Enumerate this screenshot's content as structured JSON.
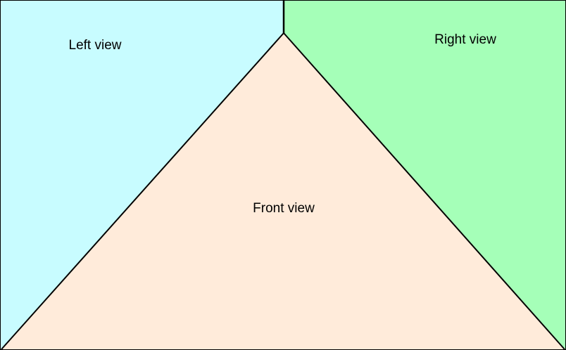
{
  "regions": {
    "left": {
      "label": "Left view",
      "color": "#C8FCFF"
    },
    "right": {
      "label": "Right view",
      "color": "#A5FFB8"
    },
    "front": {
      "label": "Front view",
      "color": "#FFEBDA"
    }
  },
  "line_color": "#000000"
}
